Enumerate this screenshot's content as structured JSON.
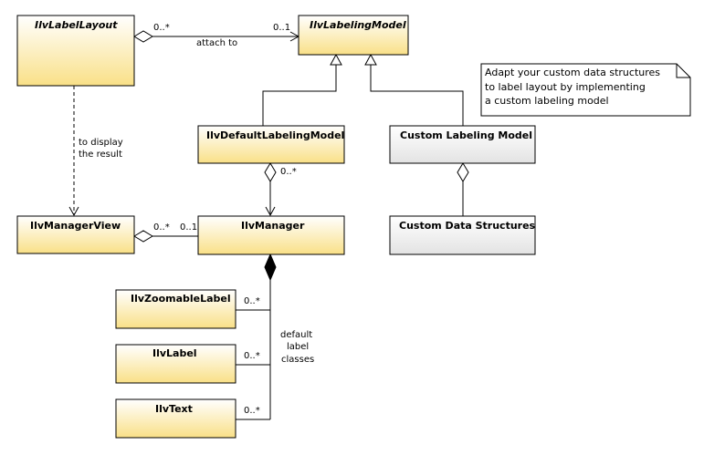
{
  "classes": {
    "ilv_label_layout": "IlvLabelLayout",
    "ilv_labeling_model": "IlvLabelingModel",
    "ilv_default_labeling_model": "IlvDefaultLabelingModel",
    "custom_labeling_model": "Custom Labeling Model",
    "ilv_manager_view": "IlvManagerView",
    "ilv_manager": "IlvManager",
    "custom_data_structures": "Custom Data Structures",
    "ilv_zoomable_label": "IlvZoomableLabel",
    "ilv_label": "IlvLabel",
    "ilv_text": "IlvText"
  },
  "edges": {
    "attach_to": "attach to",
    "to_display_1": "to display",
    "to_display_2": "the result",
    "default_1": "default",
    "default_2": "label",
    "default_3": "classes"
  },
  "multiplicities": {
    "layout_attach_src": "0..*",
    "layout_attach_dst": "0..1",
    "default_model_manager": "0..*",
    "view_src": "0..*",
    "view_dst": "0..1",
    "zoomable": "0..*",
    "label": "0..*",
    "text": "0..*"
  },
  "note": {
    "line1": "Adapt your custom data structures",
    "line2": "to label layout by implementing",
    "line3": "a custom labeling model"
  },
  "colors": {
    "ilog_gradient_top": "#ffffff",
    "ilog_gradient_bottom": "#f9e087",
    "custom_gradient_top": "#ffffff",
    "custom_gradient_bottom": "#e3e3e3"
  }
}
